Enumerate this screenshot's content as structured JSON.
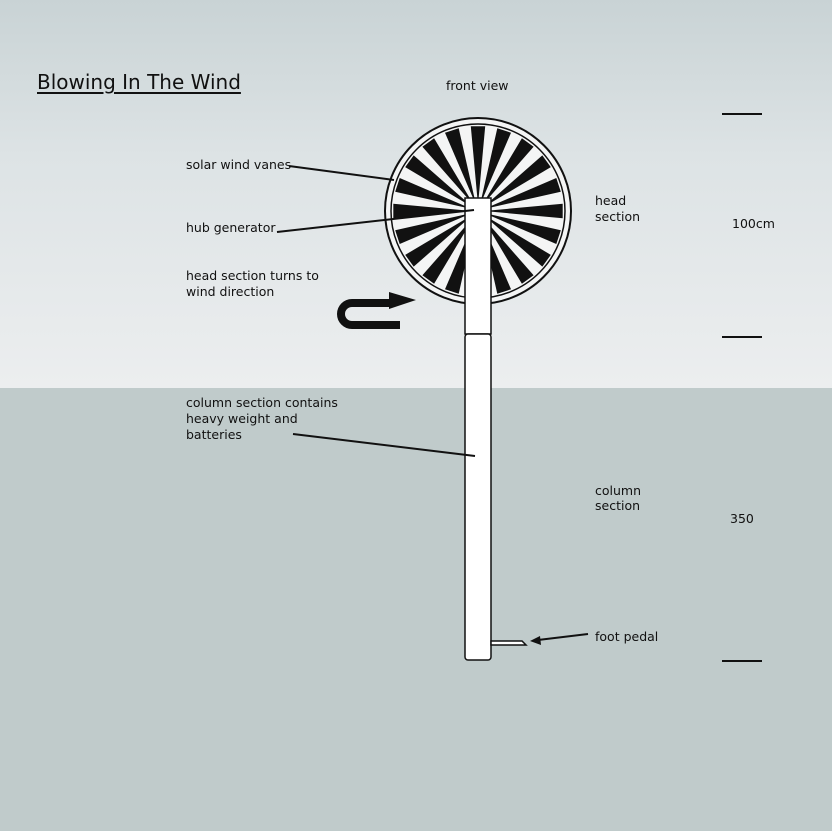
{
  "title": "Blowing In The Wind",
  "view_label": "front view",
  "labels": {
    "vanes": "solar wind vanes",
    "hub": "hub generator",
    "turns": [
      "head section turns to",
      "wind direction"
    ],
    "column_contents": [
      "column section contains",
      "heavy weight and",
      "batteries"
    ],
    "head_section": [
      "head",
      "section"
    ],
    "column_section": [
      "column",
      "section"
    ],
    "foot_pedal": "foot pedal"
  },
  "dimensions": {
    "head": "100cm",
    "column": "350"
  },
  "colors": {
    "sky_top": "#c9d3d5",
    "sky_bottom": "#eceeef",
    "ground": "#c0cbcb",
    "ink": "#111111",
    "pole": "#ffffff"
  },
  "wheel": {
    "blade_count": 20
  }
}
